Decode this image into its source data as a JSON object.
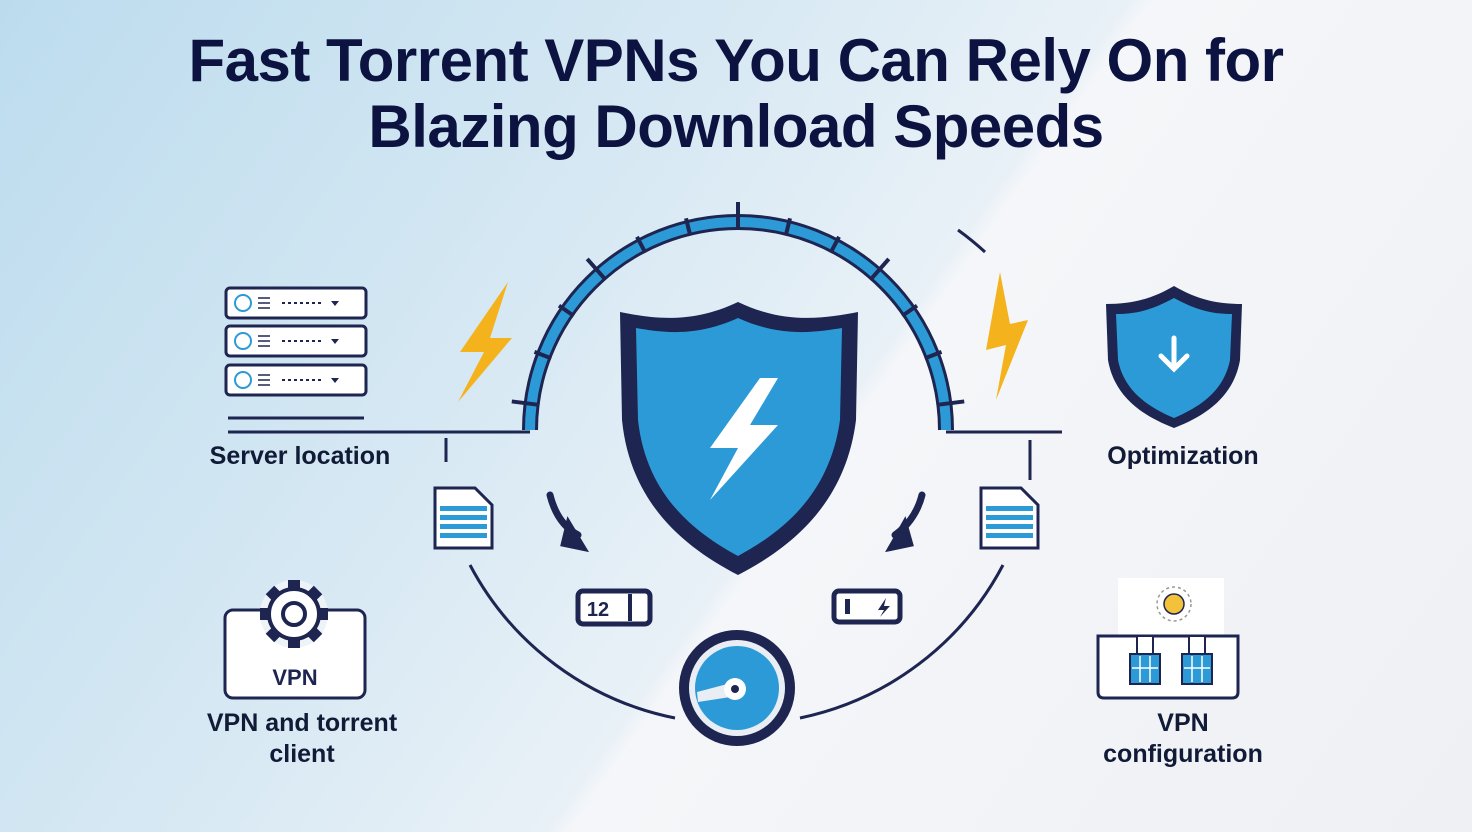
{
  "title": {
    "line1": "Fast Torrent VPNs You Can Rely On for",
    "line2": "Blazing Download Speeds"
  },
  "labels": {
    "server_location": "Server location",
    "optimization": "Optimization",
    "vpn_client_line1": "VPN and torrent",
    "vpn_client_line2": "client",
    "vpn_config_line1": "VPN",
    "vpn_config_line2": "configuration",
    "vpn_box": "VPN",
    "battery_left": "12"
  },
  "colors": {
    "navy": "#1d2550",
    "blue": "#2d9ad8",
    "bolt": "#f4b31c",
    "title": "#0c1340"
  }
}
